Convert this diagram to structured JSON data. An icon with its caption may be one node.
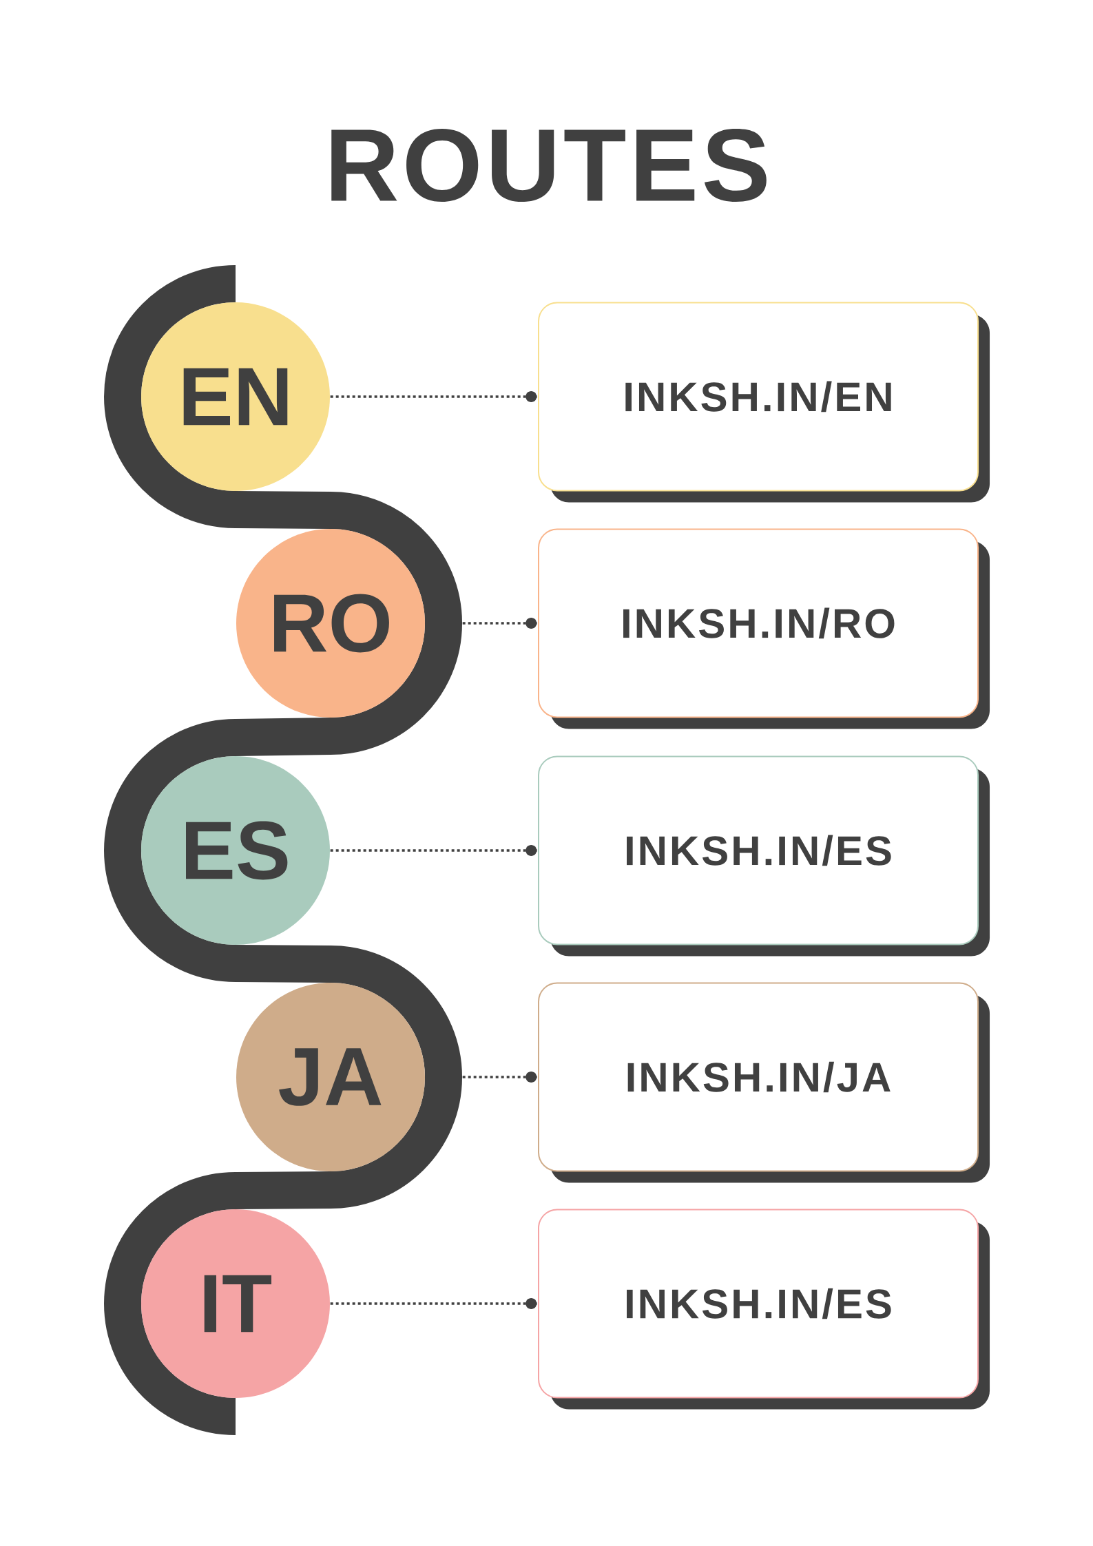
{
  "diagram": {
    "title": "ROUTES",
    "nodes": [
      {
        "text": [
          "EN"
        ]
      },
      {
        "text": [
          "INKSH.IN/EN"
        ]
      },
      {
        "text": [
          "RO"
        ]
      },
      {
        "text": [
          "INKSH.IN/RO"
        ]
      },
      {
        "text": [
          "ES"
        ]
      },
      {
        "text": [
          "INKSH.IN/ES"
        ]
      },
      {
        "text": [
          "JA"
        ]
      },
      {
        "text": [
          "INKSH.IN/JA"
        ]
      },
      {
        "text": [
          "IT"
        ]
      },
      {
        "text": [
          "INKSH.IN/ES"
        ]
      }
    ],
    "edges": [
      {
        "from": 0,
        "to": 1,
        "arrow": "other"
      },
      {
        "from": 2,
        "to": 3,
        "arrow": "other"
      },
      {
        "from": 4,
        "to": 5,
        "arrow": "other"
      },
      {
        "from": 6,
        "to": 7,
        "arrow": "other"
      },
      {
        "from": 8,
        "to": 9,
        "arrow": "other"
      }
    ]
  }
}
